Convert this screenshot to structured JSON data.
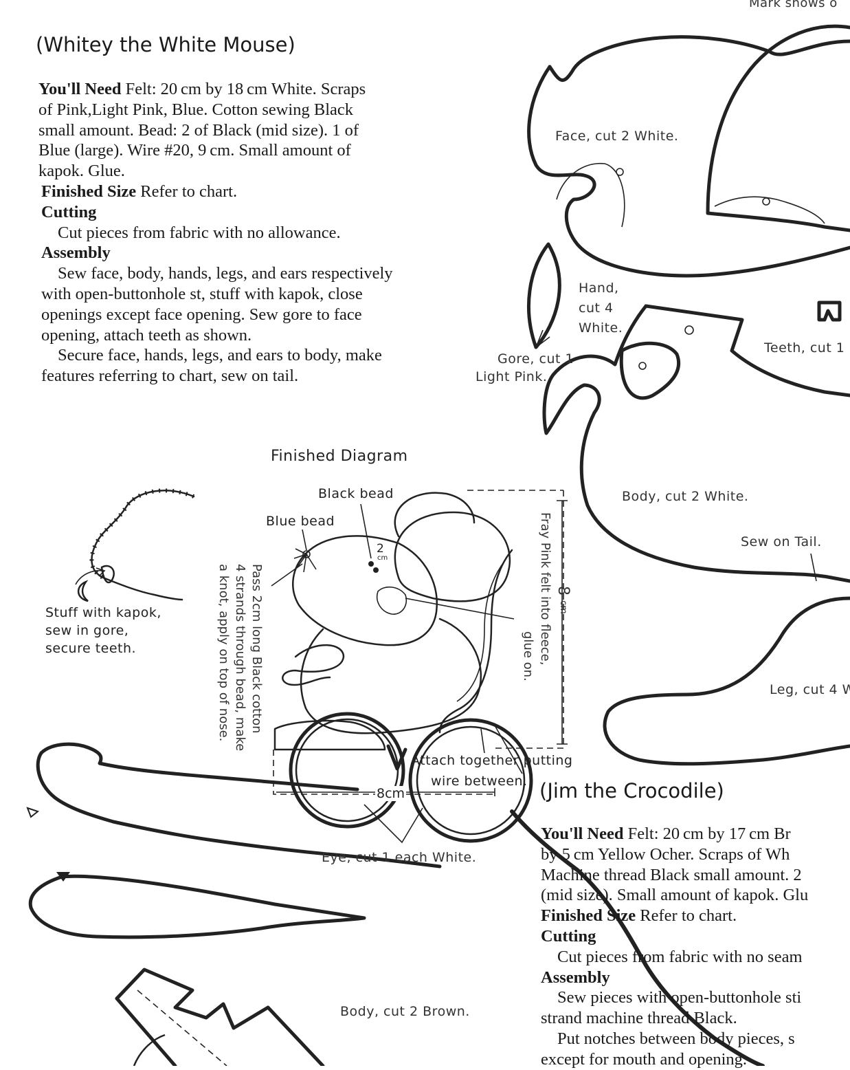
{
  "header": {
    "top_note": "Mark shows o"
  },
  "mouse": {
    "title": "(Whitey the White Mouse)",
    "needs_label": "You'll Need",
    "needs_lines": [
      "Felt: 20 cm by 18 cm White. Scraps",
      "of Pink,Light Pink, Blue. Cotton sewing Black",
      "small amount. Bead: 2 of Black (mid size). 1 of",
      "Blue (large). Wire #20, 9 cm. Small amount of",
      "kapok. Glue."
    ],
    "size_label": "Finished Size",
    "size_text": "Refer to chart.",
    "cutting_label": "Cutting",
    "cutting_text": "Cut pieces from fabric with no allowance.",
    "assembly_label": "Assembly",
    "assembly_lines": [
      "Sew face, body, hands, legs, and ears respectively",
      "with open-buttonhole st, stuff with kapok, close",
      "openings except face opening. Sew gore to face",
      "opening, attach teeth as shown.",
      "Secure face, hands, legs, and ears to body, make",
      "features referring to chart, sew on tail."
    ]
  },
  "pattern_labels": {
    "face": "Face, cut 2 White.",
    "hand_1": "Hand,",
    "hand_2": "cut 4",
    "hand_3": "White.",
    "gore_1": "Gore, cut 1",
    "gore_2": "Light Pink.",
    "teeth": "Teeth, cut 1",
    "body": "Body, cut 2 White.",
    "tail": "Sew on Tail.",
    "leg": "Leg, cut 4 W",
    "eye": "Eye, cut 1 each White.",
    "croc_body": "Body, cut 2 Brown."
  },
  "diagram": {
    "title": "Finished Diagram",
    "black_bead": "Black bead",
    "blue_bead": "Blue bead",
    "stuff_1": "Stuff with kapok,",
    "stuff_2": "sew in gore,",
    "stuff_3": "secure teeth.",
    "pass_1": "Pass 2cm long Black cotton",
    "pass_2": "4 strands through bead, make",
    "pass_3": "a knot, apply on top of nose.",
    "fray_1": "Fray Pink felt into fleece,",
    "fray_2": "glue on.",
    "dim_2cm": "2",
    "dim_cm_small": "cm",
    "dim_8cm_v": "8",
    "dim_cm_v": "cm",
    "dim_8cm_h": "8cm",
    "attach_1": "Attach together putting",
    "attach_2": "wire between."
  },
  "crocodile": {
    "title": "(Jim the Crocodile)",
    "needs_label": "You'll Need",
    "needs_lines": [
      "Felt: 20 cm by 17 cm Br",
      "by 5 cm Yellow Ocher. Scraps of Wh",
      "Machine thread Black small amount. 2",
      "(mid size). Small amount of kapok. Glu"
    ],
    "size_label": "Finished Size",
    "size_text": "Refer to chart.",
    "cutting_label": "Cutting",
    "cutting_text": "Cut pieces from fabric with no seam",
    "assembly_label": "Assembly",
    "assembly_lines": [
      "Sew pieces with open-buttonhole sti",
      "strand machine thread Black.",
      "Put notches between body pieces, s",
      "except for mouth and opening."
    ]
  }
}
